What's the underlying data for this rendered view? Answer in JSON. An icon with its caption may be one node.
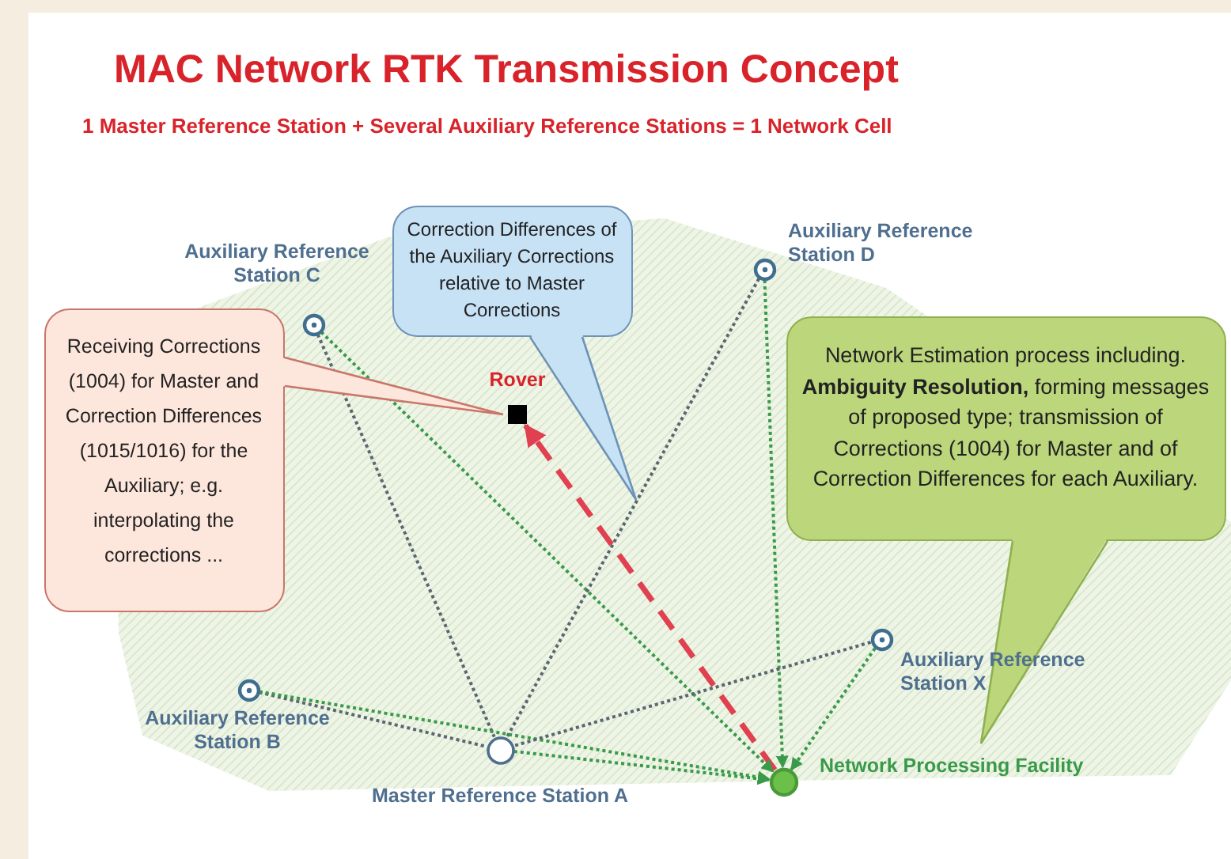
{
  "diagram": {
    "title": "MAC Network RTK Transmission Concept",
    "nodes": [
      {
        "text": [],
        "shape": "box",
        "beside": [
          "Rover"
        ]
      },
      {
        "text": [],
        "shape": "circle",
        "beside": [
          "Auxiliary Reference Station C"
        ]
      },
      {
        "text": [],
        "shape": "circle",
        "beside": [
          "Auxiliary Reference Station D"
        ]
      },
      {
        "text": [],
        "shape": "circle",
        "beside": [
          "Auxiliary Reference Station B"
        ]
      },
      {
        "text": [],
        "shape": "circle",
        "beside": [
          "Master Reference Station A"
        ]
      },
      {
        "text": [],
        "shape": "circle",
        "beside": [
          "Auxiliary Reference Station X"
        ]
      },
      {
        "text": [],
        "shape": "circle",
        "beside": [
          "Network Processing Facility"
        ]
      },
      {
        "text": [
          "Receiving Corrections (1004) for Master and Correction Differences (1015/1016) for the Auxiliary; e.g. interpolating the corrections ..."
        ]
      },
      {
        "text": [
          "Correction Differences of the Auxiliary Corrections relative to Master Corrections"
        ]
      },
      {
        "text": [
          "Network Estimation process including. **Ambiguity Resolution,** forming messages of proposed type; transmission of Corrections (1004) for Master and of Correction Differences for each Auxiliary."
        ]
      }
    ],
    "edges": [
      {
        "from": 6,
        "to": 0,
        "arrow": "to",
        "style": "dashed",
        "color": "#e0404f"
      },
      {
        "from": 1,
        "to": 4,
        "arrow": "none",
        "style": "dashed",
        "color": "#5a6670"
      },
      {
        "from": 1,
        "to": 6,
        "arrow": "to",
        "style": "dashed",
        "color": "#3a9a4a"
      },
      {
        "from": 2,
        "to": 4,
        "arrow": "none",
        "style": "dashed",
        "color": "#5a6670"
      },
      {
        "from": 2,
        "to": 6,
        "arrow": "to",
        "style": "dashed",
        "color": "#3a9a4a"
      },
      {
        "from": 3,
        "to": 4,
        "arrow": "none",
        "style": "dashed",
        "color": "#5a6670"
      },
      {
        "from": 3,
        "to": 6,
        "arrow": "to",
        "style": "dashed",
        "color": "#3a9a4a"
      },
      {
        "from": 5,
        "to": 4,
        "arrow": "none",
        "style": "dashed",
        "color": "#5a6670"
      },
      {
        "from": 5,
        "to": 6,
        "arrow": "to",
        "style": "dashed",
        "color": "#3a9a4a"
      },
      {
        "from": 4,
        "to": 6,
        "arrow": "to",
        "style": "dashed",
        "color": "#3a9a4a"
      }
    ],
    "labels": [
      "1 Master Reference Station + Several Auxiliary Reference Stations =  1 Network Cell"
    ]
  }
}
